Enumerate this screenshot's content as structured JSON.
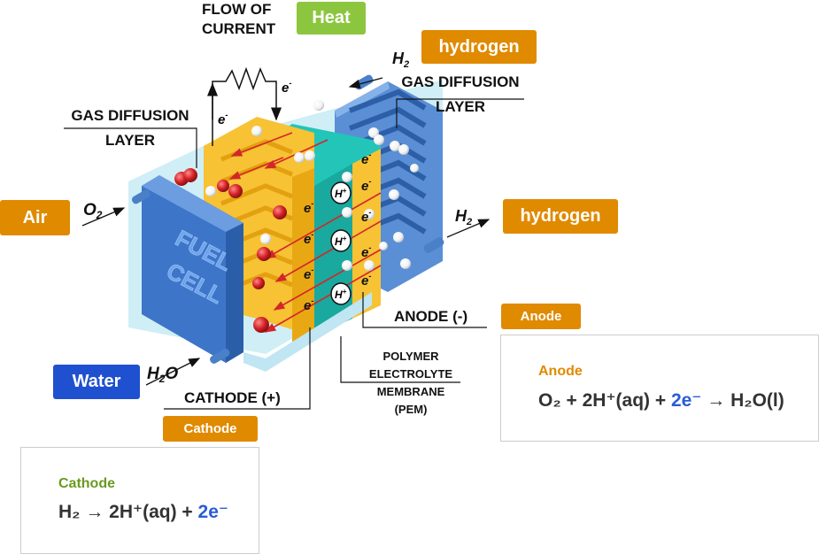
{
  "labels": {
    "flow_of_current": [
      "FLOW OF",
      "CURRENT"
    ],
    "heat": "Heat",
    "hydrogen_top": "hydrogen",
    "hydrogen_right": "hydrogen",
    "air": "Air",
    "water": "Water",
    "gas_diffusion_left": [
      "GAS DIFFUSION",
      "LAYER"
    ],
    "gas_diffusion_right": [
      "GAS DIFFUSION",
      "LAYER"
    ],
    "anode_label": "ANODE (-)",
    "anode_tag": "Anode",
    "cathode_label": "CATHODE (+)",
    "cathode_tag": "Cathode",
    "pem": [
      "POLYMER",
      "ELECTROLYTE",
      "MEMBRANE",
      "(PEM)"
    ],
    "fuel_cell": [
      "FUEL",
      "CELL"
    ],
    "o2": "O2",
    "h2_top": "H2",
    "h2_right": "H2",
    "h2o": "H2O",
    "electron": "e-",
    "proton": "H+"
  },
  "equations": {
    "anode": {
      "title": "Anode",
      "lhs": "O₂ + 2H⁺(aq) + ",
      "electrons": "2e⁻",
      "rhs": " → H₂O(l)"
    },
    "cathode": {
      "title": "Cathode",
      "lhs": "H₂ → 2H⁺(aq) + ",
      "electrons": "2e⁻",
      "rhs": ""
    }
  },
  "colors": {
    "orange": "#e08a00",
    "green_tag": "#8cc63f",
    "blue_tag": "#1f50cf",
    "electron_blue": "#2a5cd6",
    "anode_title": "#e08a00",
    "cathode_title": "#6a9a1f"
  }
}
